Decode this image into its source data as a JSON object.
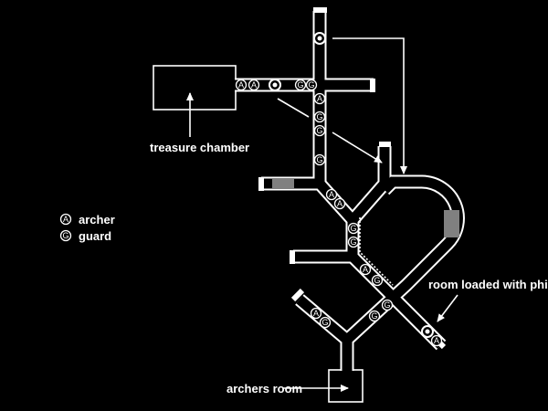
{
  "labels": {
    "treasure_chamber": "treasure chamber",
    "archers_room": "archers room",
    "phials_room": "room loaded with phials"
  },
  "legend": [
    {
      "symbol": "A",
      "label": "archer"
    },
    {
      "symbol": "G",
      "label": "guard"
    }
  ],
  "tokens": [
    "A",
    "A",
    "G",
    "G",
    "A",
    "G",
    "G",
    "G",
    "A",
    "A",
    "G",
    "G",
    "A",
    "G",
    "G",
    "G",
    "A",
    "G",
    "A"
  ],
  "colors": {
    "background": "#000000",
    "walls": "#ffffff",
    "shaded": "#808080"
  }
}
